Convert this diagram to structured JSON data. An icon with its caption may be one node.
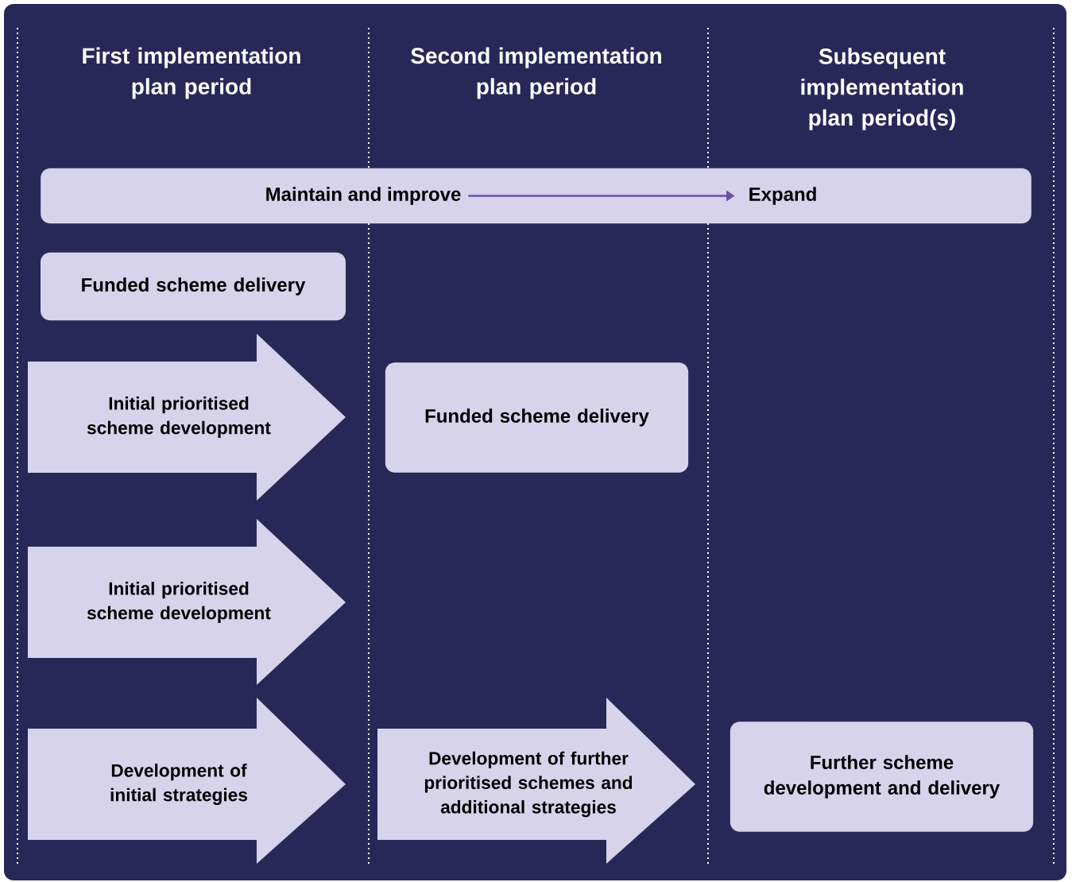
{
  "diagram": {
    "nodes": [
      {
        "text": [],
        "shape": "box"
      },
      {
        "text": [
          "Maintain and improve"
        ],
        "in": 0
      },
      {
        "text": [
          "Expand"
        ],
        "in": 0
      },
      {
        "text": [
          "Funded scheme delivery"
        ]
      },
      {
        "text": [
          "Initial prioritised scheme development"
        ]
      },
      {
        "text": [
          "Funded scheme delivery"
        ]
      },
      {
        "text": [
          "Initial prioritised scheme development"
        ]
      },
      {
        "text": [
          "Development of initial strategies"
        ]
      },
      {
        "text": [
          "Development of further prioritised schemes and additional strategies"
        ]
      },
      {
        "text": [
          "Further scheme development and delivery"
        ]
      }
    ],
    "edges": [
      {
        "from": 1,
        "to": 2,
        "arrow": "to",
        "color": "#6b4fa8"
      }
    ],
    "labels": [
      "First implementation plan period",
      "Second implementation plan period",
      "Subsequent implementation plan period(s)"
    ]
  }
}
